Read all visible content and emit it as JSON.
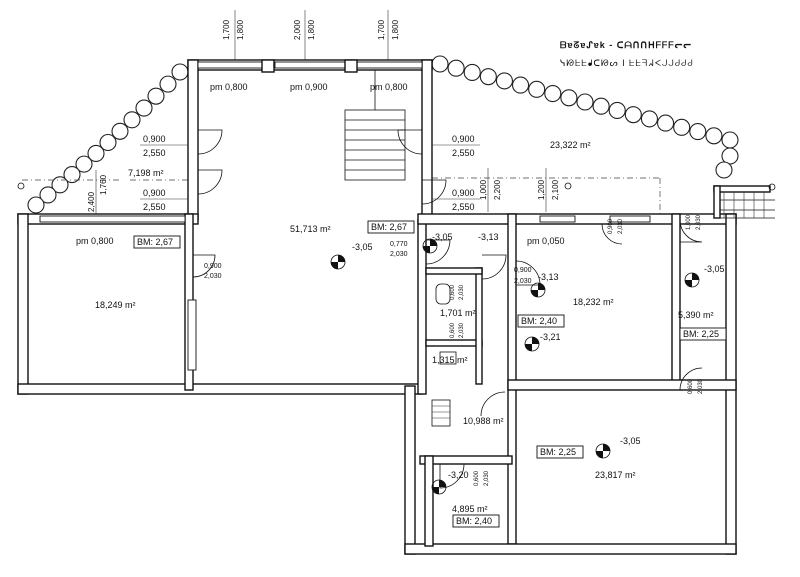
{
  "header": {
    "line1": "ᗷɐᘔɐᔑɐk - ᑕᗩᑎᑎᕼᖴᖴᖴᓕᓕ",
    "line2": "ᓭᘙᖶᖶᖱᑕᘙᔕ I  ᖶᖶᖷᖽᐸᒍᒍᑯᑯᑯ"
  },
  "top_dims": {
    "d1a": "1,700",
    "d1b": "1,800",
    "d2a": "2,000",
    "d2b": "1,800",
    "d3a": "1,700",
    "d3b": "1,800"
  },
  "rooms": {
    "main_hall": "51,713 m²",
    "west_room": "18,249 m²",
    "corridor_nw": "7,198 m²",
    "terrace": "23,322 m²",
    "room_e": "18,232 m²",
    "room_ne": "5,390 m²",
    "wc": "1,701 m²",
    "bath": "1,315 m²",
    "hall_s": "10,988 m²",
    "room_se": "23,817 m²",
    "room_s": "4,895 m²"
  },
  "sill_labels": {
    "pm1": "pm 0,800",
    "pm2": "pm 0,900",
    "pm3": "pm 0,800",
    "pm4": "pm 0,800",
    "pm5": "pm 0,050"
  },
  "heights": {
    "bm_hall": "BM: 2,67",
    "bm_west": "BM: 2,67",
    "bm_e": "BM: 2,40",
    "bm_ne": "BM: 2,25",
    "bm_se": "BM: 2,25",
    "bm_s": "BM: 2,40"
  },
  "levels": {
    "l1": "-3,05",
    "l2": "-3,05",
    "l3": "-3,13",
    "l4": "-3,13",
    "l5": "-3,21",
    "l6": "-3,05",
    "l7": "-3,05",
    "l8": "-3,20"
  },
  "openings": {
    "o1a": "0,900",
    "o1b": "2,550",
    "o2a": "0,900",
    "o2b": "2,550",
    "o3a": "0,900",
    "o3b": "2,550",
    "o4a": "0,900",
    "o4b": "2,550",
    "o5a": "0,900",
    "o5b": "2,030",
    "o6a": "0,770",
    "o6b": "2,030",
    "o7a": "0,900",
    "o7b": "2,030",
    "v1": "2,400",
    "v2": "1,760",
    "v3": "1,000",
    "v4": "2,200",
    "v5": "1,200",
    "v6": "2,100",
    "v7": "0,900",
    "v8": "2,030",
    "v9": "1,000",
    "v10": "2,030",
    "v11": "0,600",
    "v12": "2,030",
    "v13": "0,600",
    "v14": "2,030",
    "v15": "0,600",
    "v16": "2,030",
    "v17": "0,600",
    "v18": "2,030"
  }
}
